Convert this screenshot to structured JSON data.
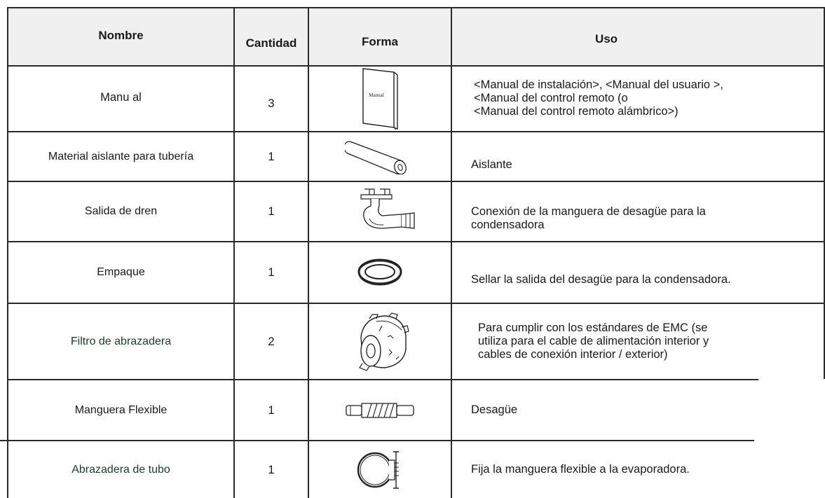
{
  "headers": {
    "nombre": "Nombre",
    "cantidad": "Cantidad",
    "forma": "Forma",
    "uso": "Uso"
  },
  "rows": [
    {
      "nombre": "Manu al",
      "cantidad": "3",
      "icon": "manual-booklet-icon",
      "icon_text": "Manual",
      "uso": [
        "<Manual de instalación>, <Manual del usuario >,",
        "<Manual del control remoto  (o",
        "<Manual del control remoto alámbrico>)"
      ]
    },
    {
      "nombre": "Material aislante para tubería",
      "cantidad": "1",
      "icon": "pipe-insulation-icon",
      "uso": [
        "Aislante"
      ]
    },
    {
      "nombre": "Salida de dren",
      "cantidad": "1",
      "icon": "drain-outlet-icon",
      "uso": [
        "Conexión de la manguera de desagüe para la",
        "condensadora"
      ]
    },
    {
      "nombre": "Empaque",
      "cantidad": "1",
      "icon": "gasket-ring-icon",
      "uso": [
        "Sellar la salida del desagüe para la condensadora."
      ]
    },
    {
      "nombre": "Filtro de abrazadera",
      "cantidad": "2",
      "icon": "ferrite-clamp-filter-icon",
      "uso": [
        "Para cumplir con los estándares de EMC (se",
        "utiliza para el cable de alimentación interior y",
        "cables de conexión interior / exterior)"
      ]
    },
    {
      "nombre": "Manguera Flexible",
      "cantidad": "1",
      "icon": "flexible-hose-icon",
      "uso": [
        "Desagüe"
      ]
    },
    {
      "nombre": "Abrazadera de tubo",
      "cantidad": "1",
      "icon": "pipe-clamp-icon",
      "uso": [
        "Fija la manguera flexible a la evaporadora."
      ]
    }
  ]
}
